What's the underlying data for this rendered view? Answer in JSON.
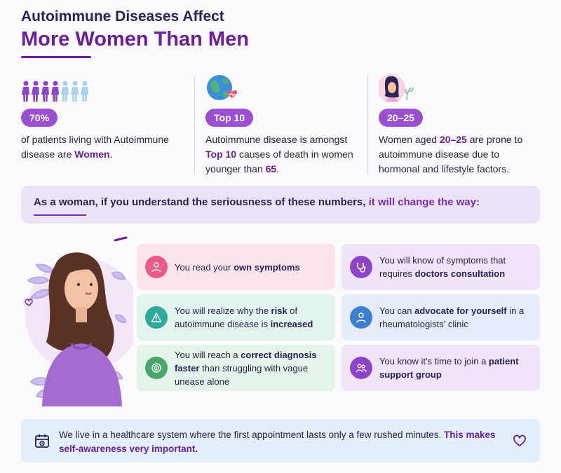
{
  "header": {
    "title_line1": "Autoimmune Diseases Affect",
    "title_line2": "More Women Than Men"
  },
  "stats": [
    {
      "icon": "women-figures-icon",
      "badge": "70%",
      "text_a": "of patients living with Autoimmune disease are ",
      "text_b": "Women",
      "text_c": "."
    },
    {
      "icon": "globe-heart-icon",
      "badge": "Top 10",
      "text_a": "Autoimmune disease is amongst ",
      "text_b": "Top 10",
      "text_c": " causes of death in women younger than ",
      "text_d": "65",
      "text_e": "."
    },
    {
      "icon": "woman-portrait-icon",
      "badge": "20–25",
      "text_a": "Women aged ",
      "text_b": "20–25",
      "text_c": " are prone to autoimmune disease due to hormonal and lifestyle factors."
    }
  ],
  "banner": {
    "text": "As a woman, if you understand the seriousness of these numbers, ",
    "accent": "it will change the way:"
  },
  "cards": [
    {
      "icon": "user-icon",
      "a": "You read your ",
      "b": "own symptoms",
      "c": ""
    },
    {
      "icon": "stethoscope-icon",
      "a": "You will know of symptoms that requires ",
      "b": "doctors consultation",
      "c": ""
    },
    {
      "icon": "warning-icon",
      "a": "You will realize why the ",
      "b": "risk",
      "c": " of autoimmune disease is ",
      "d": "increased"
    },
    {
      "icon": "user-icon",
      "a": "You can ",
      "b": "advocate for yourself",
      "c": " in a rheumatologists' clinic"
    },
    {
      "icon": "target-icon",
      "a": "You will reach a ",
      "b": "correct diagnosis faster",
      "c": " than struggling with vague unease alone"
    },
    {
      "icon": "group-icon",
      "a": "You know it's time to join a ",
      "b": "patient support group",
      "c": ""
    }
  ],
  "footer": {
    "text": "We live in a healthcare system where the first appointment lasts only a few rushed minutes. ",
    "accent": "This makes self-awareness very important."
  },
  "colors": {
    "brand_purple": "#6a1f9a",
    "pill": "#9b4fd1",
    "card_pink": "#fce4ec",
    "card_purple": "#efe4f8",
    "card_teal": "#e1f2ef",
    "card_blue": "#e4ecfa",
    "footer_bg": "#e3eefb"
  }
}
